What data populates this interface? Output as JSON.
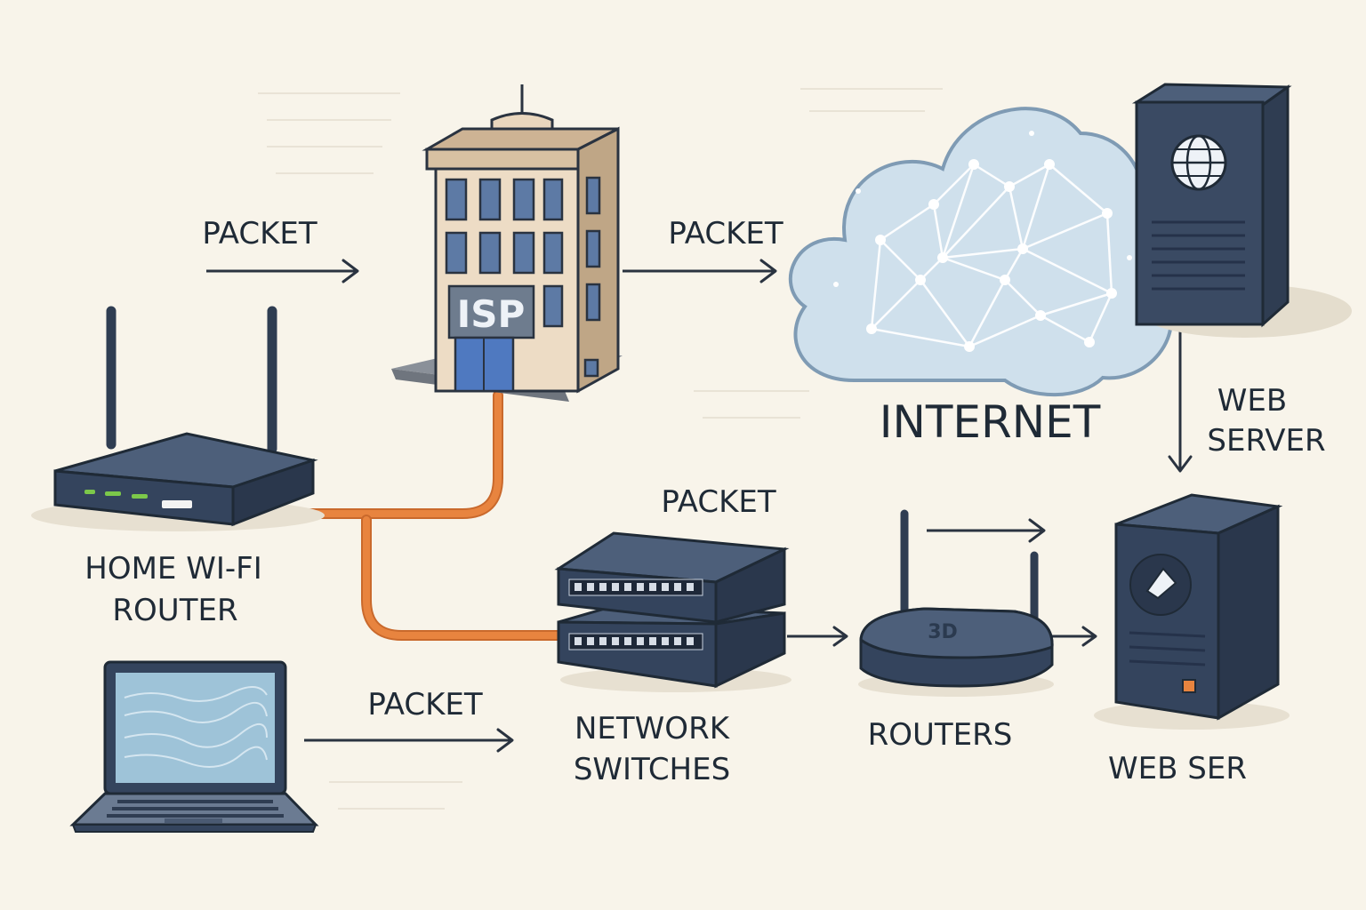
{
  "labels": {
    "packet_1": "PACKET",
    "packet_2": "PACKET",
    "packet_3": "PACKET",
    "packet_4": "PACKET",
    "home_router_line1": "HOME WI-FI",
    "home_router_line2": "ROUTER",
    "isp": "ISP",
    "internet": "INTERNET",
    "web_server_line1": "WEB",
    "web_server_line2": "SERVER",
    "network_switches_line1": "NETWORK",
    "network_switches_line2": "SWITCHES",
    "routers": "ROUTERS",
    "web_ser": "WEB SER",
    "router_badge": "3D"
  },
  "colors": {
    "background": "#f8f4ea",
    "cable": "#e8843f",
    "device_dark": "#34445d",
    "device_mid": "#475a76",
    "cloud_fill": "#cfe0ec",
    "cloud_stroke": "#7f9bb4",
    "building_wall": "#eddcc5",
    "building_window": "#5d7aa5",
    "led_green": "#7cc84a",
    "text": "#1f2a36"
  },
  "icons": [
    "home-router-icon",
    "isp-building-icon",
    "internet-cloud-icon",
    "web-server-tower-icon",
    "network-switch-icon",
    "router-icon",
    "web-server-icon",
    "laptop-icon",
    "globe-icon"
  ]
}
